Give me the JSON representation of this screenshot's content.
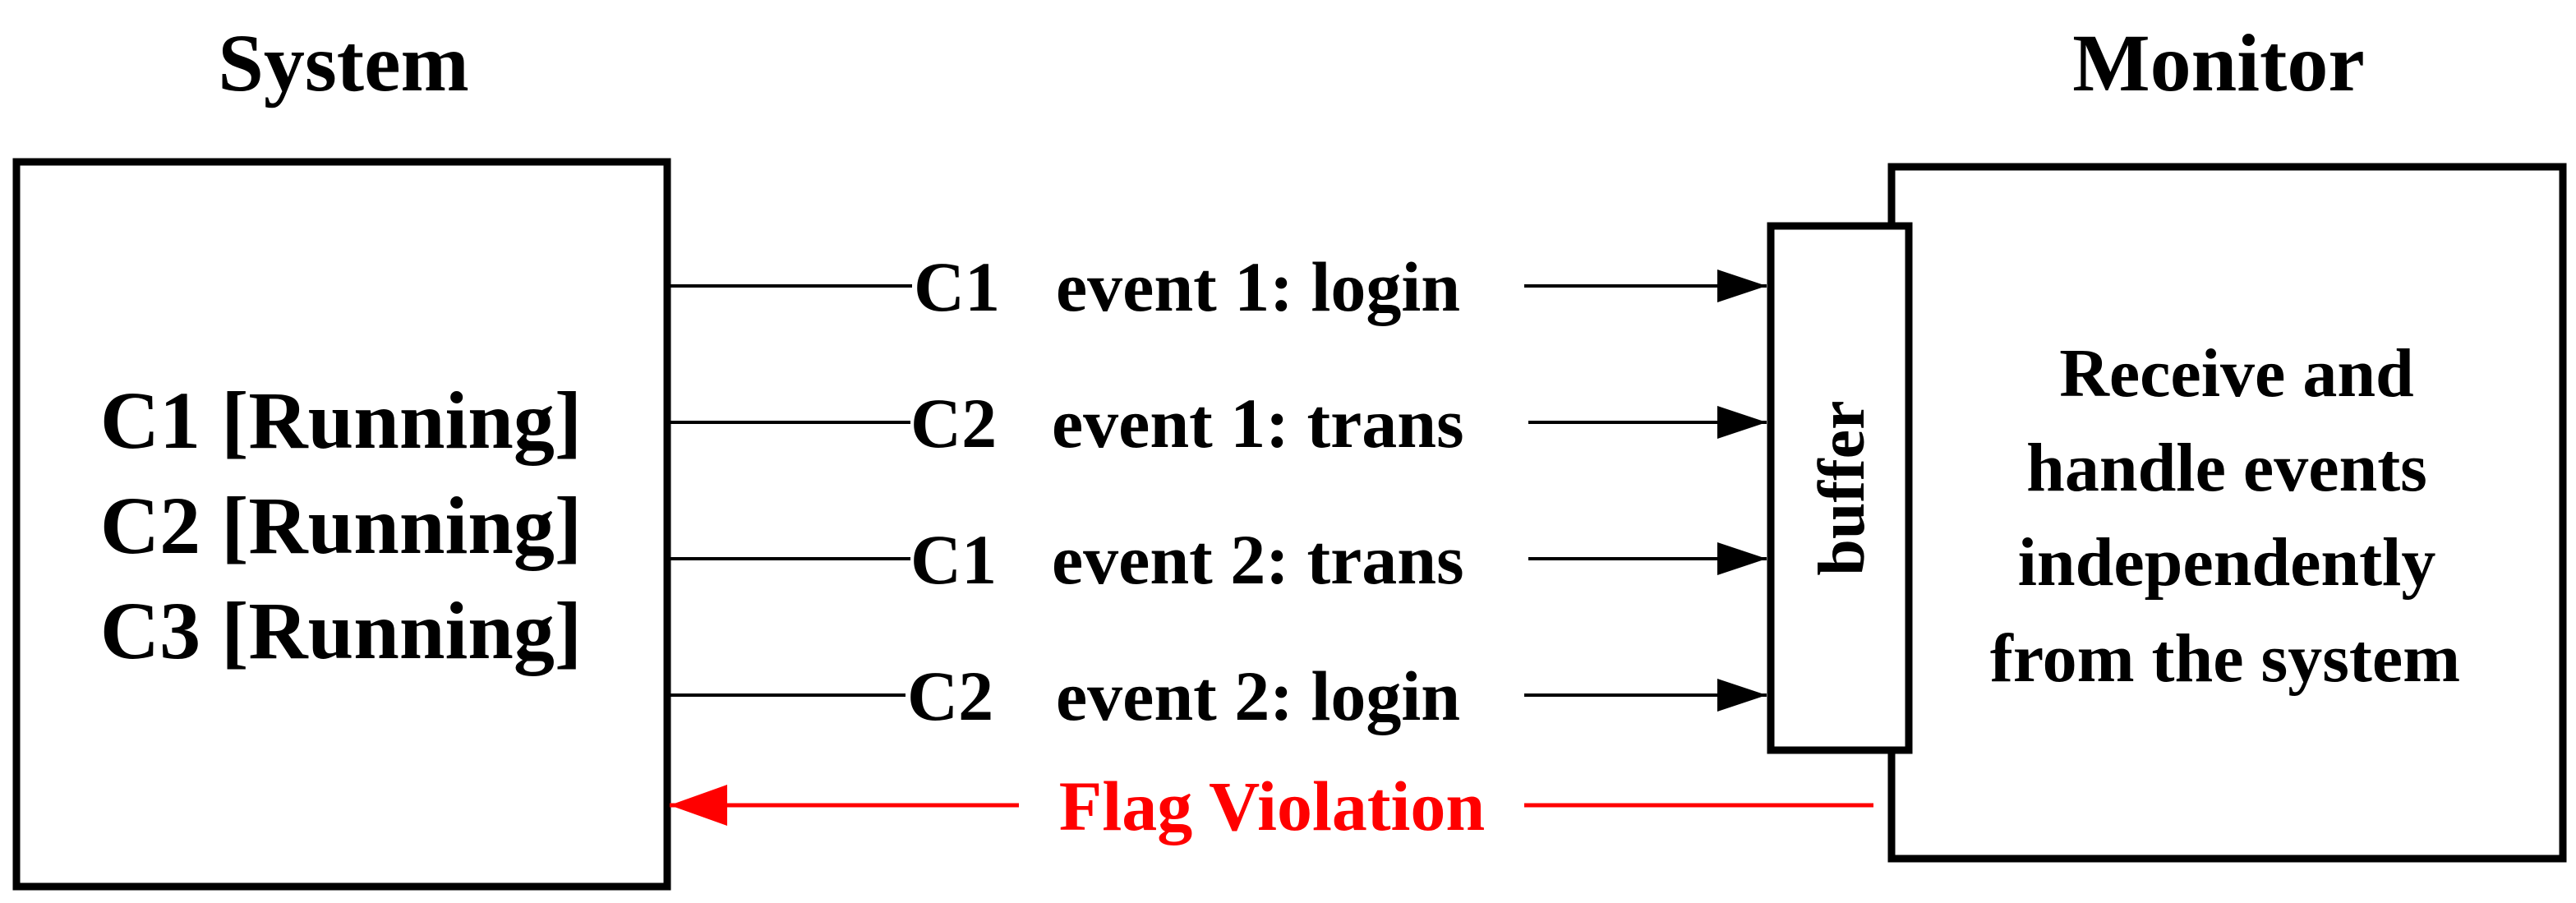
{
  "system": {
    "title": "System",
    "items": [
      "C1 [Running]",
      "C2 [Running]",
      "C3 [Running]"
    ]
  },
  "monitor": {
    "title": "Monitor",
    "buffer_label": "buffer",
    "description": [
      "Receive and",
      "handle events",
      "independently",
      "from the system"
    ]
  },
  "events": [
    {
      "client": "C1",
      "text": "event 1: login"
    },
    {
      "client": "C2",
      "text": "event 1: trans"
    },
    {
      "client": "C1",
      "text": "event 2: trans"
    },
    {
      "client": "C2",
      "text": "event 2: login"
    }
  ],
  "violation": {
    "label": "Flag Violation",
    "color": "#ff0000"
  }
}
